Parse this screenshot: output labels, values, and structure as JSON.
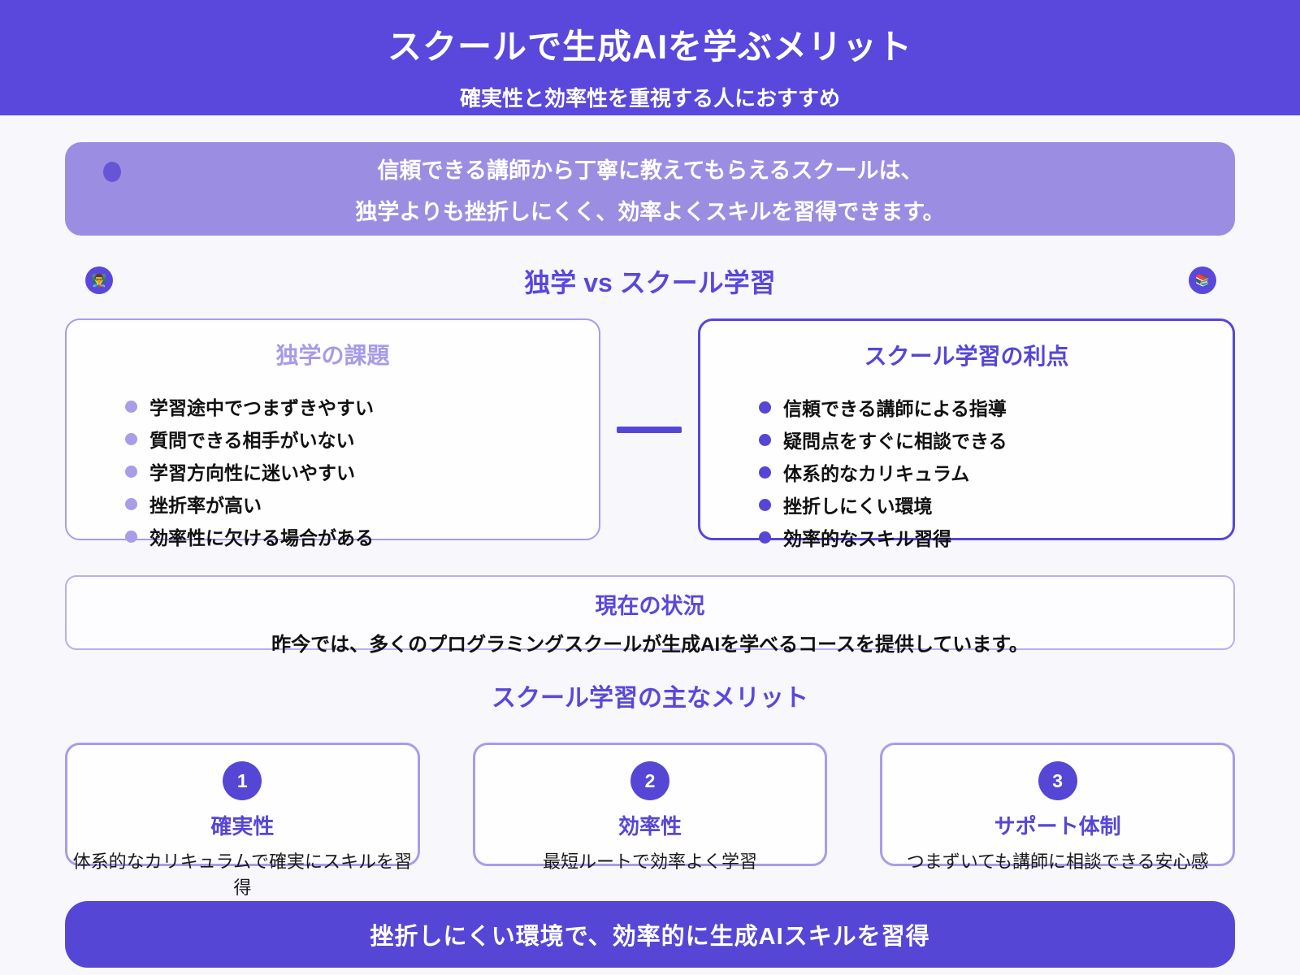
{
  "theme": {
    "primary": "#5a48dc",
    "primary_strong": "#5646d6",
    "light_purple": "#9b8ee2",
    "light_border": "#a99ce9",
    "background": "#f7f7fc"
  },
  "header": {
    "title": "スクールで生成AIを学ぶメリット",
    "subtitle": "確実性と効率性を重視する人におすすめ"
  },
  "intro_banner": {
    "line1": "信頼できる講師から丁寧に教えてもらえるスクールは、",
    "line2": "独学よりも挫折しにくく、効率よくスキルを習得できます。"
  },
  "comparison": {
    "title": "独学 vs スクール学習",
    "left_icon": "👨‍🏫",
    "right_icon": "📚",
    "left_card": {
      "title": "独学の課題",
      "items": [
        "学習途中でつまずきやすい",
        "質問できる相手がいない",
        "学習方向性に迷いやすい",
        "挫折率が高い",
        "効率性に欠ける場合がある"
      ]
    },
    "right_card": {
      "title": "スクール学習の利点",
      "items": [
        "信頼できる講師による指導",
        "疑問点をすぐに相談できる",
        "体系的なカリキュラム",
        "挫折しにくい環境",
        "効率的なスキル習得"
      ]
    }
  },
  "status_box": {
    "title": "現在の状況",
    "body": "昨今では、多くのプログラミングスクールが生成AIを学べるコースを提供しています。"
  },
  "merits": {
    "title": "スクール学習の主なメリット",
    "cards": [
      {
        "number": "1",
        "title": "確実性",
        "description": "体系的なカリキュラムで確実にスキルを習得"
      },
      {
        "number": "2",
        "title": "効率性",
        "description": "最短ルートで効率よく学習"
      },
      {
        "number": "3",
        "title": "サポート体制",
        "description": "つまずいても講師に相談できる安心感"
      }
    ]
  },
  "footer_banner": {
    "text": "挫折しにくい環境で、効率的に生成AIスキルを習得"
  }
}
